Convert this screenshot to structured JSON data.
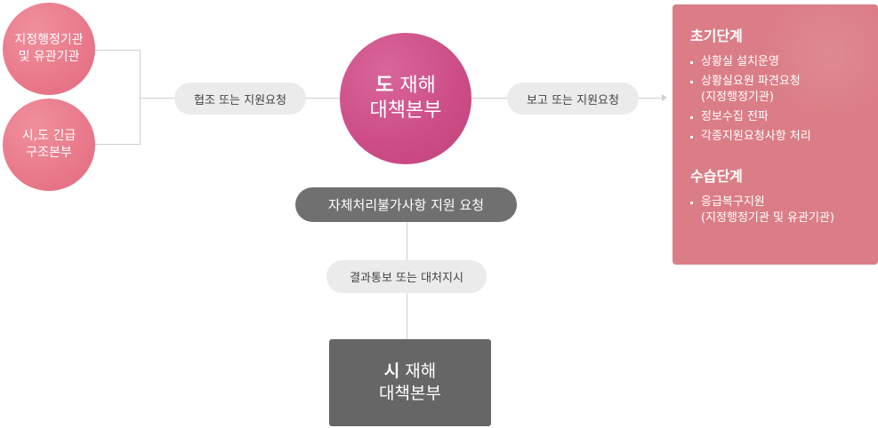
{
  "left_nodes": {
    "node1_line1": "지정행정기관",
    "node1_line2": "및 유관기관",
    "node2_line1": "시,도 긴급",
    "node2_line2": "구조본부"
  },
  "edges": {
    "cooperation": "협조 또는 지원요청",
    "report": "보고 또는 지원요청",
    "result": "결과통보 또는 대처지시"
  },
  "center": {
    "prefix": "도",
    "line1_rest": " 재해",
    "line2": "대책본부"
  },
  "request_pill": "자체처리불가사항 지원 요청",
  "city": {
    "prefix": "시",
    "line1_rest": " 재해",
    "line2": "대책본부"
  },
  "panel": {
    "stage1_title": "초기단계",
    "stage1_items": [
      "상황실 설치운영",
      "상황실요원 파견요청",
      "정보수집 전파",
      "각종지원요청사항 처리"
    ],
    "stage1_item2_sub": "(지정행정기관)",
    "stage2_title": "수습단계",
    "stage2_items": [
      "응급복구지원"
    ],
    "stage2_item1_sub": "(지정행정기관 및 유관기관)"
  },
  "colors": {
    "small_circle": "#e8788a",
    "main_circle": "#cc4c86",
    "panel": "#db7d86",
    "gray_box": "#666666",
    "pill_light": "#ebebeb",
    "pill_dark": "#707070"
  }
}
